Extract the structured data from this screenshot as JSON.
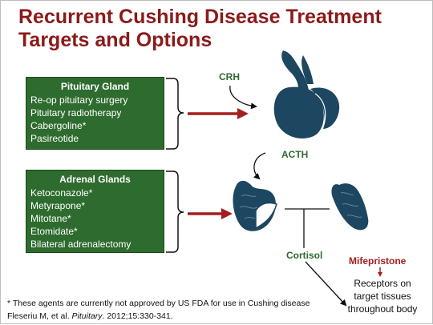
{
  "title": "Recurrent Cushing Disease Treatment Targets and Options",
  "pituitary": {
    "heading": "Pituitary Gland",
    "items": [
      "Re-op pituitary surgery",
      "Pituitary radiotherapy",
      "Cabergoline*",
      "Pasireotide"
    ]
  },
  "adrenal": {
    "heading": "Adrenal Glands",
    "items": [
      "Ketoconazole*",
      "Metyrapone*",
      "Mitotane*",
      "Etomidate*",
      "Bilateral adrenalectomy"
    ]
  },
  "labels": {
    "crh": "CRH",
    "acth": "ACTH",
    "cortisol": "Cortisol",
    "mifepristone": "Mifepristone",
    "receptors": "Receptors on target tissues throughout body"
  },
  "footnote": "* These agents are currently not approved by US FDA for use in Cushing disease",
  "citation": {
    "authors": "Fleseriu M, et al.",
    "journal": "Pituitary",
    "details": "2012;15:330-341."
  },
  "colors": {
    "title": "#8b1a1a",
    "box": "#2e6b2e",
    "organ": "#1d4660",
    "arrow_red": "#a41f1f"
  }
}
